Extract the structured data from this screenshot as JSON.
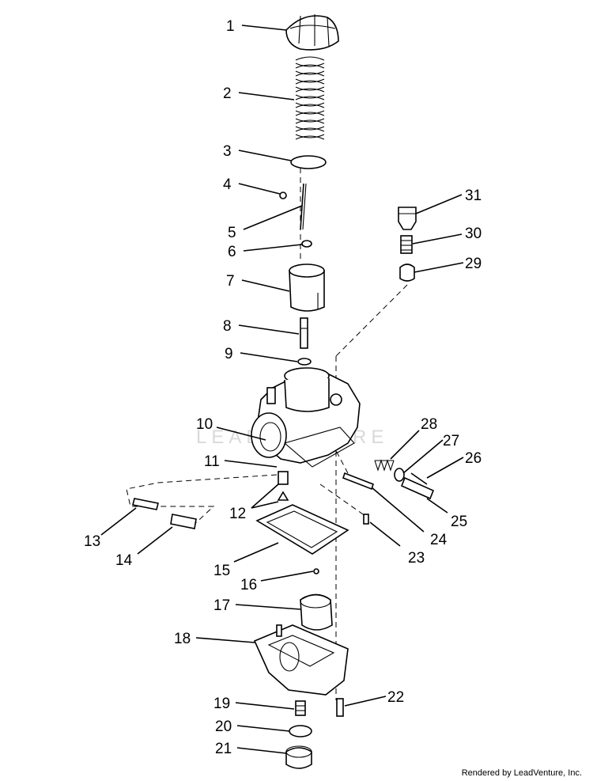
{
  "diagram": {
    "watermark_text": "LEADVENTURE",
    "footer_text": "Rendered by LeadVenture, Inc.",
    "callouts": [
      {
        "id": 1,
        "label": "1"
      },
      {
        "id": 2,
        "label": "2"
      },
      {
        "id": 3,
        "label": "3"
      },
      {
        "id": 4,
        "label": "4"
      },
      {
        "id": 5,
        "label": "5"
      },
      {
        "id": 6,
        "label": "6"
      },
      {
        "id": 7,
        "label": "7"
      },
      {
        "id": 8,
        "label": "8"
      },
      {
        "id": 9,
        "label": "9"
      },
      {
        "id": 10,
        "label": "10"
      },
      {
        "id": 11,
        "label": "11"
      },
      {
        "id": 12,
        "label": "12"
      },
      {
        "id": 13,
        "label": "13"
      },
      {
        "id": 14,
        "label": "14"
      },
      {
        "id": 15,
        "label": "15"
      },
      {
        "id": 16,
        "label": "16"
      },
      {
        "id": 17,
        "label": "17"
      },
      {
        "id": 18,
        "label": "18"
      },
      {
        "id": 19,
        "label": "19"
      },
      {
        "id": 20,
        "label": "20"
      },
      {
        "id": 21,
        "label": "21"
      },
      {
        "id": 22,
        "label": "22"
      },
      {
        "id": 23,
        "label": "23"
      },
      {
        "id": 24,
        "label": "24"
      },
      {
        "id": 25,
        "label": "25"
      },
      {
        "id": 26,
        "label": "26"
      },
      {
        "id": 27,
        "label": "27"
      },
      {
        "id": 28,
        "label": "28"
      },
      {
        "id": 29,
        "label": "29"
      },
      {
        "id": 30,
        "label": "30"
      },
      {
        "id": 31,
        "label": "31"
      }
    ]
  }
}
